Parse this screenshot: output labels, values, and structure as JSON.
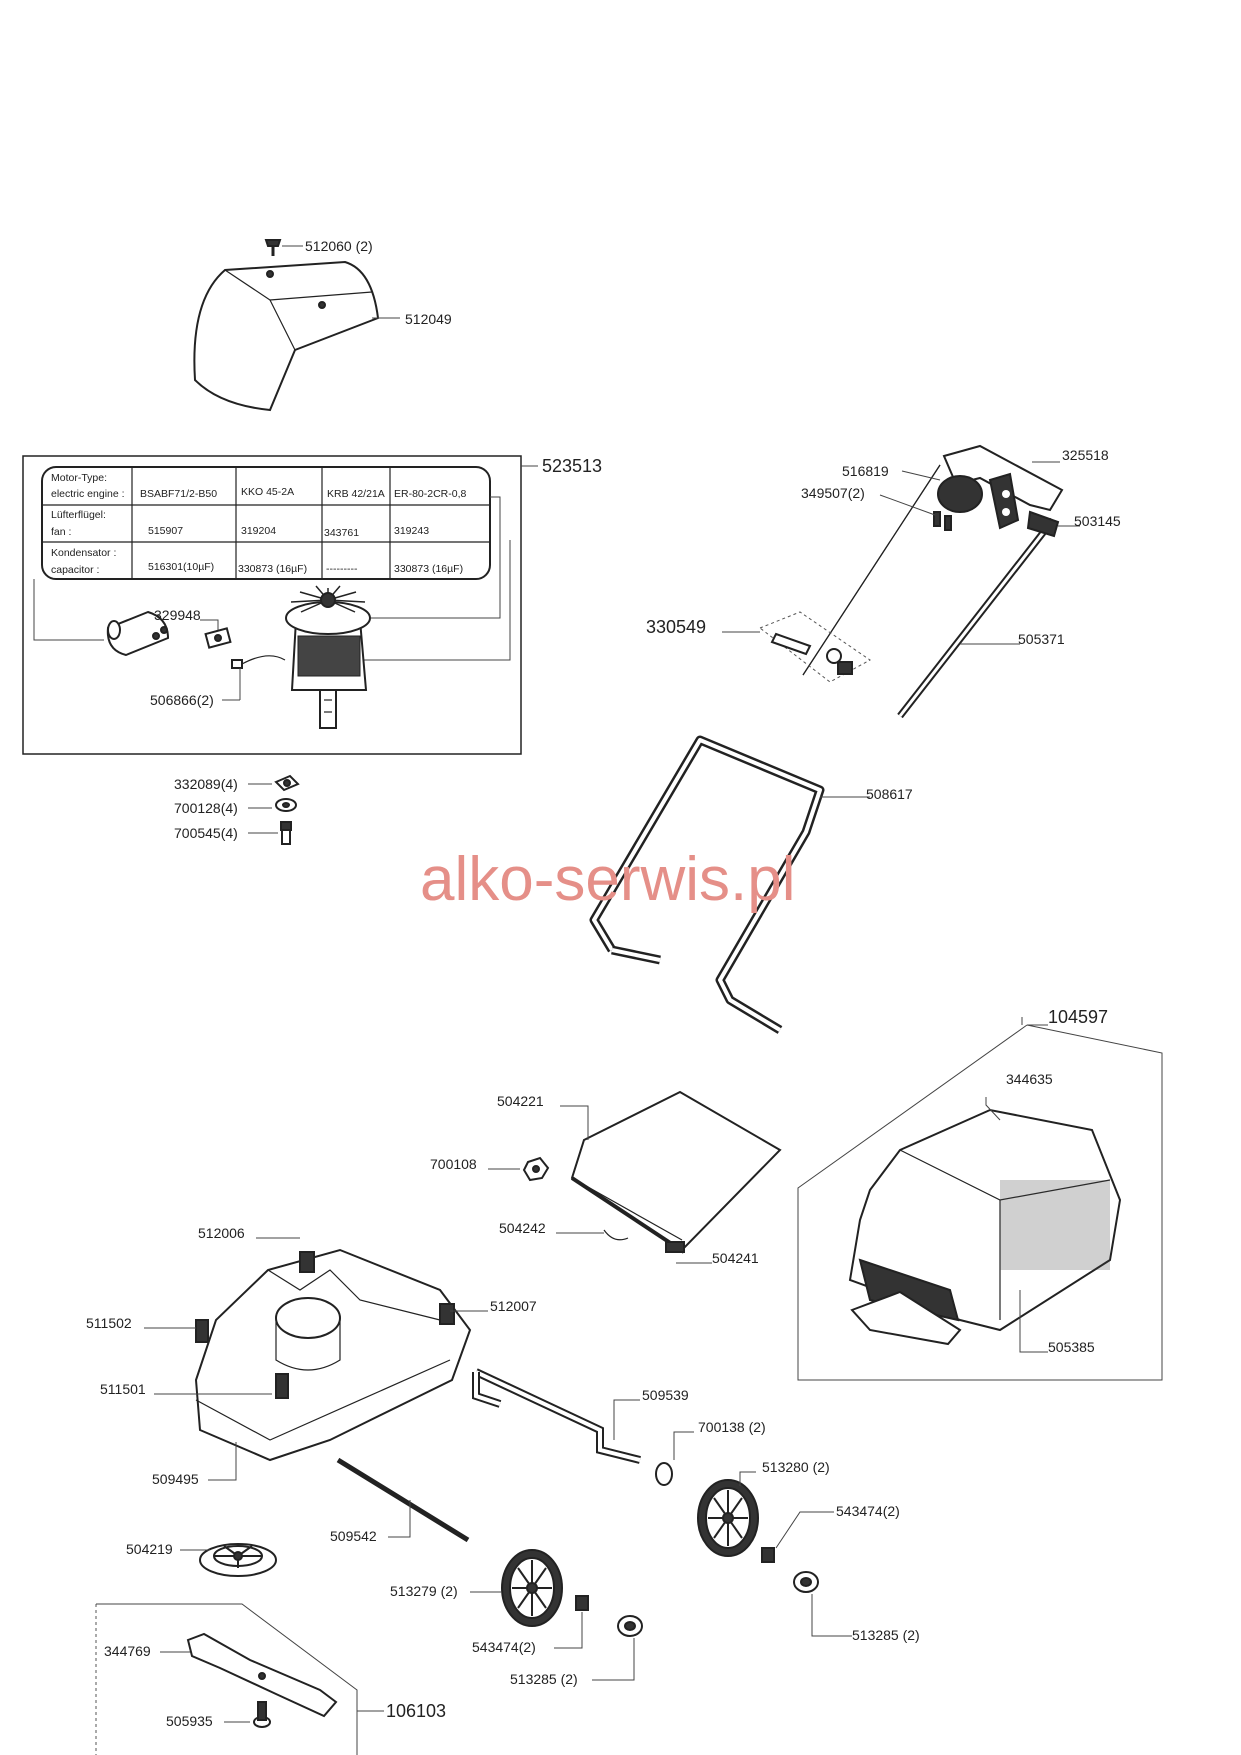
{
  "watermark": "alko-serwis.pl",
  "motor_table": {
    "headers": [
      "Motor-Type:",
      "electric engine :"
    ],
    "rows": [
      [
        "BSABF71/2-B50",
        "KKO 45-2A",
        "KRB 42/21A",
        "ER-80-2CR-0,8"
      ],
      [
        "Lüfterflügel:",
        "fan :"
      ],
      [
        "515907",
        "319204",
        "343761",
        "319243"
      ],
      [
        "Kondensator :",
        "capacitor :"
      ],
      [
        "516301(10µF)",
        "330873 (16µF)",
        "---------",
        "330873 (16µF)"
      ]
    ]
  },
  "labels": {
    "p512060": "512060 (2)",
    "p512049": "512049",
    "p523513": "523513",
    "p329948": "329948",
    "p506866": "506866(2)",
    "p332089": "332089(4)",
    "p700128": "700128(4)",
    "p700545": "700545(4)",
    "p516819": "516819",
    "p349507": "349507(2)",
    "p325518": "325518",
    "p503145": "503145",
    "p330549": "330549",
    "p505371": "505371",
    "p508617": "508617",
    "p104597": "104597",
    "p344635": "344635",
    "p505385": "505385",
    "p504221": "504221",
    "p700108": "700108",
    "p504242": "504242",
    "p504241": "504241",
    "p512006": "512006",
    "p511502": "511502",
    "p512007": "512007",
    "p511501": "511501",
    "p509495": "509495",
    "p509539": "509539",
    "p700138": "700138 (2)",
    "p513280": "513280 (2)",
    "p543474a": "543474(2)",
    "p509542": "509542",
    "p504219": "504219",
    "p513279": "513279 (2)",
    "p543474b": "543474(2)",
    "p513285a": "513285 (2)",
    "p513285b": "513285 (2)",
    "p344769": "344769",
    "p505935": "505935",
    "p106103": "106103"
  }
}
